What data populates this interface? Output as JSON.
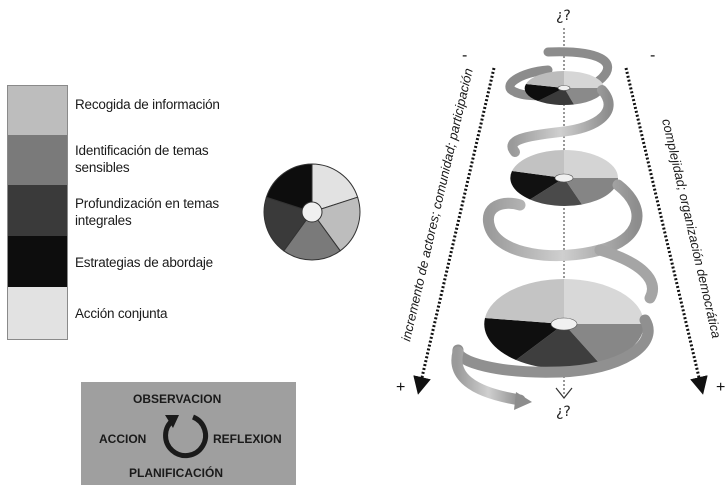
{
  "legend": {
    "items": [
      {
        "label": "Recogida de información",
        "color": "#bdbdbd"
      },
      {
        "label": "Identificación de temas sensibles",
        "color": "#7a7a7a"
      },
      {
        "label": "Profundización en temas integrales",
        "color": "#3a3a3a"
      },
      {
        "label": "Estrategias de abordaje",
        "color": "#0d0d0d"
      },
      {
        "label": "Acción conjunta",
        "color": "#e2e2e2"
      }
    ]
  },
  "cycle": {
    "top": "OBSERVACION",
    "left": "ACCION",
    "right": "REFLEXION",
    "bottom": "PLANIFICACIÓN"
  },
  "spiral": {
    "question_top": "¿?",
    "question_bottom": "¿?",
    "left_axis_label": "incremento de actores; comunidad; participación",
    "right_axis_label": "complejidad; organización democrática",
    "minus_sign": "-",
    "plus_sign": "+"
  }
}
